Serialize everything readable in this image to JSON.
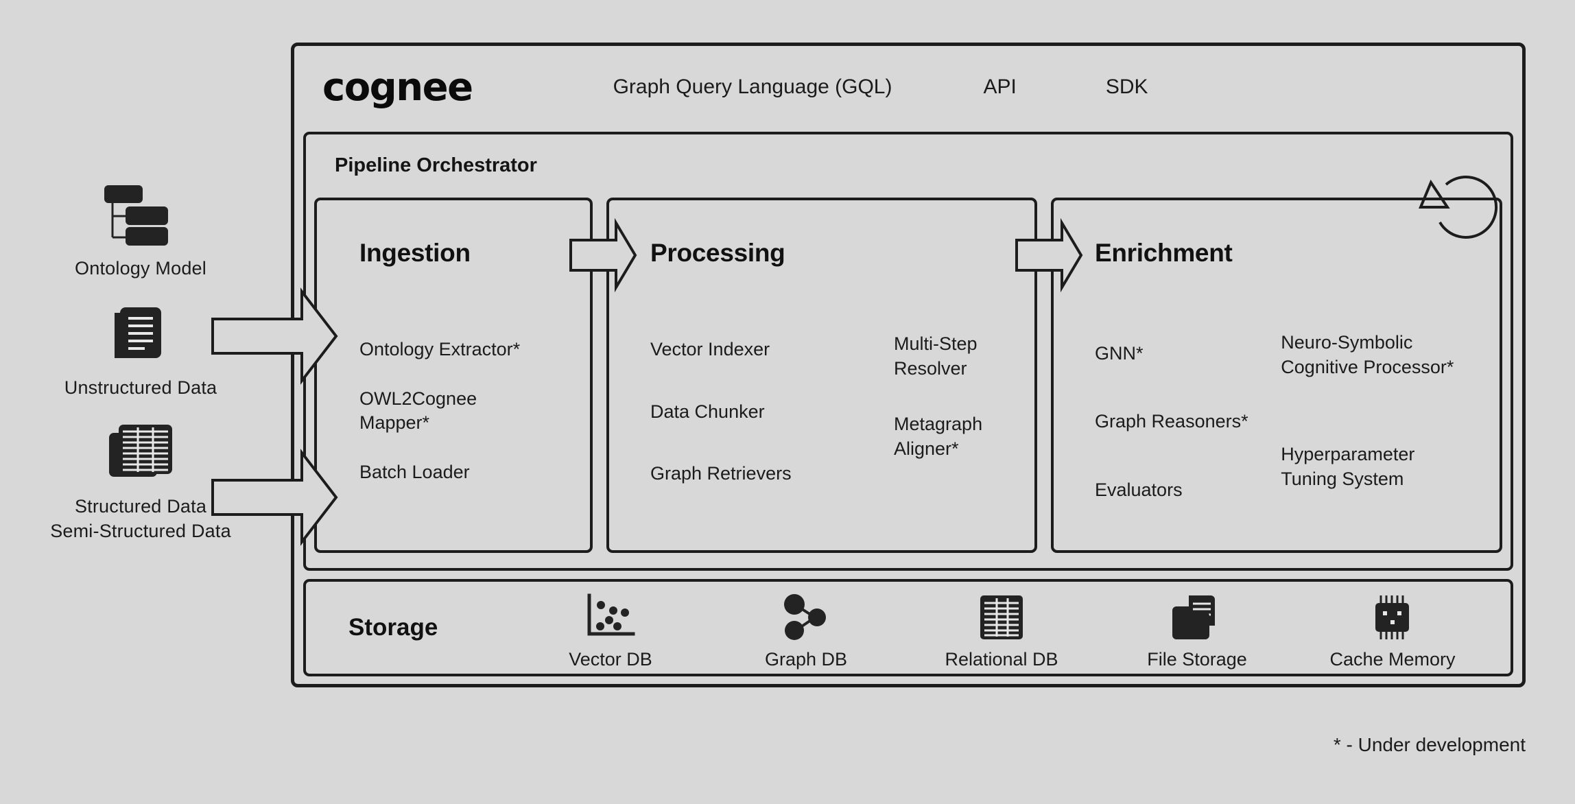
{
  "background_color": "#d8d8d8",
  "ink_color": "#1c1c1c",
  "header": {
    "logo": "cognee",
    "links": [
      {
        "label": "Graph Query Language (GQL)"
      },
      {
        "label": "API"
      },
      {
        "label": "SDK"
      }
    ]
  },
  "inputs": [
    {
      "label": "Ontology Model",
      "icon": "ontology-hierarchy-icon"
    },
    {
      "label": "Unstructured Data",
      "icon": "documents-stack-icon"
    },
    {
      "label": "Structured Data\nSemi-Structured Data",
      "icon": "spreadsheet-table-icon"
    }
  ],
  "input_labels": {
    "ontology": "Ontology Model",
    "unstructured": "Unstructured Data",
    "structured_line1": "Structured Data",
    "structured_line2": "Semi-Structured Data"
  },
  "pipeline": {
    "title": "Pipeline Orchestrator",
    "loop_icon": "refresh-loop-icon",
    "stages": [
      {
        "title": "Ingestion",
        "columns": [
          {
            "items": [
              "Ontology Extractor*",
              "OWL2Cognee\nMapper*",
              "Batch Loader"
            ]
          }
        ]
      },
      {
        "title": "Processing",
        "columns": [
          {
            "items": [
              "Vector Indexer",
              "Data Chunker",
              "Graph Retrievers"
            ]
          },
          {
            "items": [
              "Multi-Step\nResolver",
              "Metagraph\nAligner*"
            ]
          }
        ]
      },
      {
        "title": "Enrichment",
        "columns": [
          {
            "items": [
              "GNN*",
              "Graph Reasoners*",
              "Evaluators"
            ]
          },
          {
            "items": [
              "Neuro-Symbolic\nCognitive Processor*",
              "Hyperparameter\nTuning System"
            ]
          }
        ]
      }
    ]
  },
  "stage_items": {
    "ingestion": {
      "title": "Ingestion",
      "i1": "Ontology Extractor*",
      "i2a": "OWL2Cognee",
      "i2b": "Mapper*",
      "i3": "Batch Loader"
    },
    "processing": {
      "title": "Processing",
      "a1": "Vector Indexer",
      "a2": "Data Chunker",
      "a3": "Graph Retrievers",
      "b1a": "Multi-Step",
      "b1b": "Resolver",
      "b2a": "Metagraph",
      "b2b": "Aligner*"
    },
    "enrichment": {
      "title": "Enrichment",
      "a1": "GNN*",
      "a2": "Graph Reasoners*",
      "a3": "Evaluators",
      "b1a": "Neuro-Symbolic",
      "b1b": "Cognitive Processor*",
      "b2a": "Hyperparameter",
      "b2b": "Tuning System"
    }
  },
  "storage": {
    "title": "Storage",
    "items": [
      {
        "label": "Vector DB",
        "icon": "scatter-plot-icon"
      },
      {
        "label": "Graph DB",
        "icon": "graph-nodes-icon"
      },
      {
        "label": "Relational DB",
        "icon": "table-grid-icon"
      },
      {
        "label": "File Storage",
        "icon": "folder-document-icon"
      },
      {
        "label": "Cache Memory",
        "icon": "memory-chip-icon"
      }
    ]
  },
  "footnote": "* - Under development"
}
